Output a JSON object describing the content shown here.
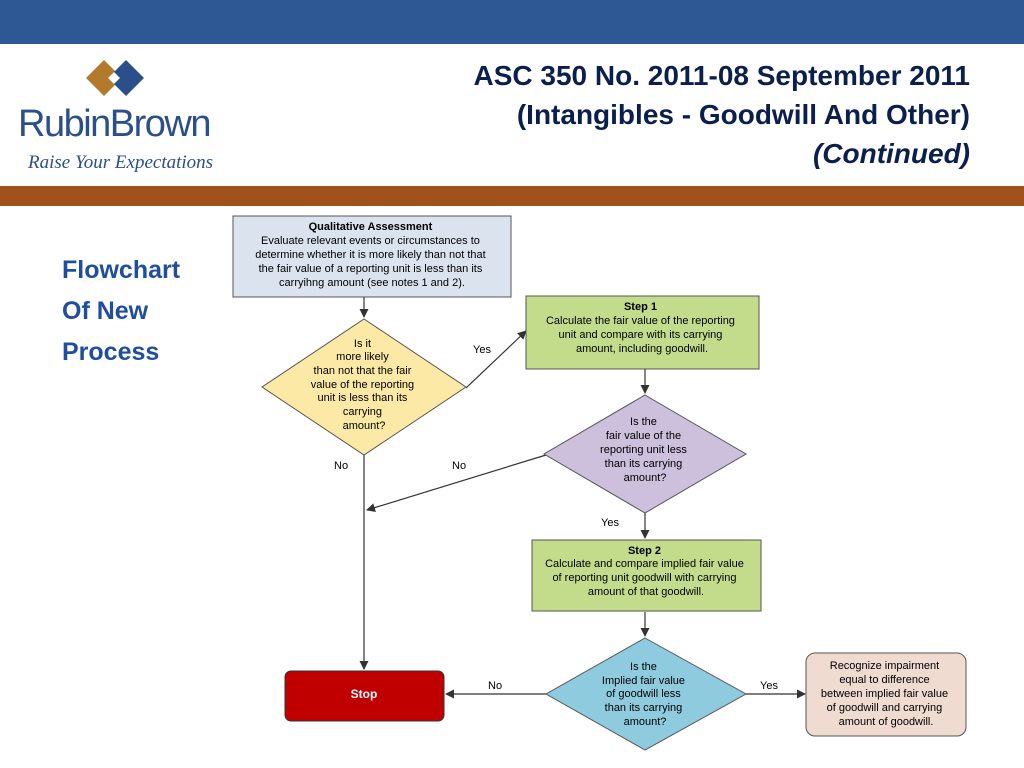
{
  "header": {
    "title_line1": "ASC 350 No. 2011-08 September 2011",
    "title_line2": "(Intangibles - Goodwill And Other)",
    "title_line3": "(Continued)"
  },
  "logo": {
    "brand": "RubinBrown",
    "tagline": "Raise Your Expectations"
  },
  "sidebar": {
    "line1": "Flowchart",
    "line2": "Of New",
    "line3": "Process"
  },
  "colors": {
    "header_bar": "#2e5894",
    "accent_bar": "#a0521e",
    "title_text": "#0b1f4d",
    "sidebar_text": "#1f4e9e",
    "qual_fill": "#dbe3ee",
    "step_fill": "#c3dc8c",
    "diamond1_fill": "#fde9a6",
    "diamond2_fill": "#ccc0dc",
    "diamond3_fill": "#8ecbdf",
    "stop_fill": "#c00000",
    "result_fill": "#efdbd0"
  },
  "flowchart": {
    "qualitative": {
      "heading": "Qualitative Assessment",
      "lines": [
        "Evaluate relevant events or circumstances to",
        "determine whether it is more likely than not that",
        "the fair value of a reporting unit is less than its",
        "carryihng amount (see notes 1 and 2)."
      ]
    },
    "decision1": {
      "lines": [
        "Is it",
        "more likely",
        "than not that the fair",
        "value of the reporting",
        "unit is less than its",
        "carrying",
        "amount?"
      ]
    },
    "step1": {
      "heading": "Step 1",
      "lines": [
        "Calculate the fair value of the reporting",
        "unit and compare with its carrying",
        "amount, including goodwill."
      ]
    },
    "decision2": {
      "lines": [
        "Is the",
        "fair value of the",
        "reporting unit less",
        "than its carrying",
        "amount?"
      ]
    },
    "step2": {
      "heading": "Step 2",
      "lines": [
        "Calculate and compare implied fair value",
        "of reporting unit goodwill with carrying",
        "amount of that goodwill."
      ]
    },
    "decision3": {
      "lines": [
        "Is the",
        "Implied fair value",
        "of goodwill less",
        "than its carrying",
        "amount?"
      ]
    },
    "stop": {
      "label": "Stop"
    },
    "result": {
      "lines": [
        "Recognize impairment",
        "equal to difference",
        "between implied fair value",
        "of goodwill and carrying",
        "amount of goodwill."
      ]
    },
    "labels": {
      "d1_yes": "Yes",
      "d1_no": "No",
      "d2_no": "No",
      "d2_yes": "Yes",
      "d3_no": "No",
      "d3_yes": "Yes"
    }
  }
}
